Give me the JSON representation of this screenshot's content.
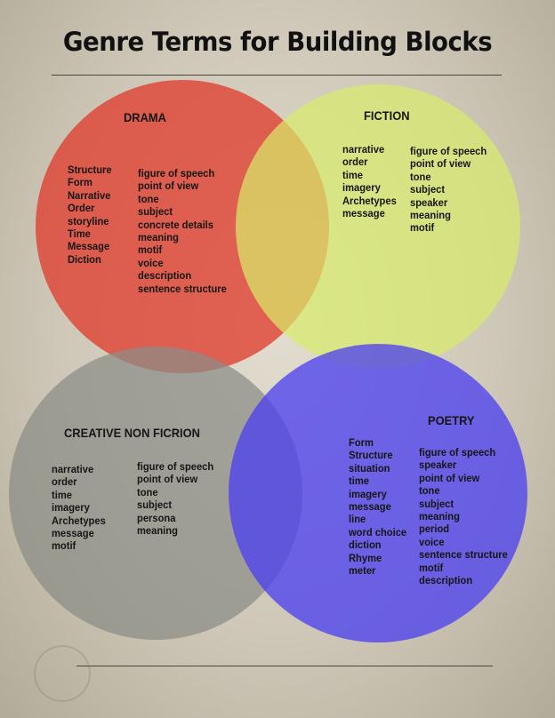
{
  "title": "Genre Terms for Building Blocks",
  "colors": {
    "drama": "#e03a2c",
    "fiction": "#d8ec6a",
    "creative_nonfiction": "#8b8c86",
    "poetry": "#4b3ff0"
  },
  "drama": {
    "heading": "DRAMA",
    "left": [
      "Structure",
      "Form",
      "Narrative",
      "Order",
      "storyline",
      "Time",
      "Message",
      "Diction"
    ],
    "right": [
      "figure of speech",
      "point of view",
      "tone",
      "subject",
      "concrete details",
      "meaning",
      "motif",
      "voice",
      "description",
      "sentence structure"
    ]
  },
  "fiction": {
    "heading": "FICTION",
    "left": [
      "narrative",
      "order",
      "time",
      "imagery",
      "Archetypes",
      "message"
    ],
    "right": [
      "figure of speech",
      "point of view",
      "tone",
      "subject",
      "speaker",
      "meaning",
      "motif"
    ]
  },
  "creative_nonfiction": {
    "heading": "CREATIVE NON FICRION",
    "left": [
      "narrative",
      "order",
      "time",
      "imagery",
      "Archetypes",
      "message",
      "motif"
    ],
    "right": [
      "figure of speech",
      "point of view",
      "tone",
      "subject",
      "persona",
      "meaning"
    ]
  },
  "poetry": {
    "heading": "POETRY",
    "left": [
      "Form",
      "Structure",
      "situation",
      "time",
      "imagery",
      "message",
      "line",
      "word choice",
      "diction",
      "Rhyme",
      "meter"
    ],
    "right": [
      "figure of speech",
      "speaker",
      "point of view",
      "tone",
      "subject",
      "meaning",
      "period",
      "voice",
      "sentence structure",
      "motif",
      "description"
    ]
  }
}
